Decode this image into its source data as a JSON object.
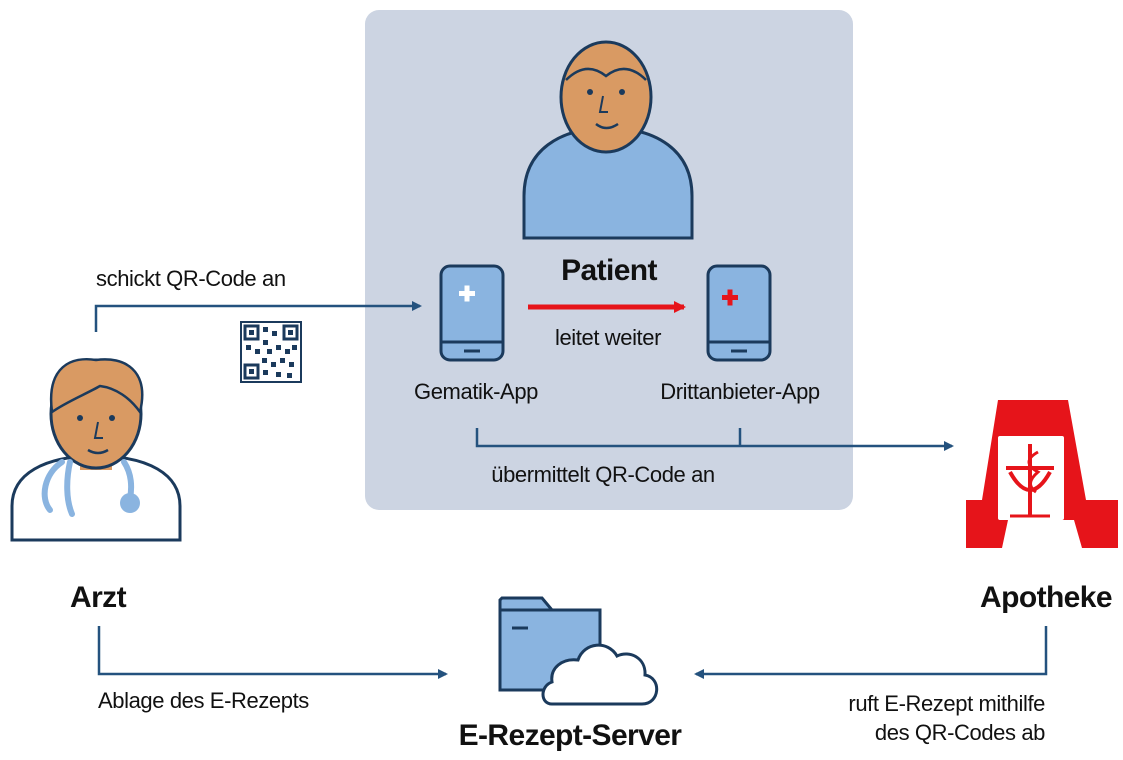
{
  "colors": {
    "panel": "#ccd4e2",
    "line": "#24527e",
    "skin": "#d99a63",
    "shirt": "#8ab4e0",
    "outline": "#1b3a5c",
    "red": "#e6141a"
  },
  "nodes": {
    "patient": {
      "title": "Patient"
    },
    "doctor": {
      "title": "Arzt"
    },
    "pharmacy": {
      "title": "Apotheke"
    },
    "server": {
      "title": "E-Rezept-Server"
    },
    "gematik_app": {
      "label": "Gematik-App"
    },
    "third_party_app": {
      "label": "Drittanbieter-App"
    }
  },
  "edges": {
    "doctor_to_app": "schickt QR-Code an",
    "app_forward": "leitet weiter",
    "app_to_pharmacy": "übermittelt QR-Code an",
    "doctor_to_server": "Ablage des E-Rezepts",
    "pharmacy_to_server": "ruft E-Rezept mithilfe\ndes QR-Codes ab"
  },
  "icons": {
    "qr_code": "qr-code-icon",
    "phone_plus": "smartphone-icon",
    "pharmacy_logo": "pharmacy-a-logo",
    "cloud_folder": "cloud-folder-icon"
  }
}
